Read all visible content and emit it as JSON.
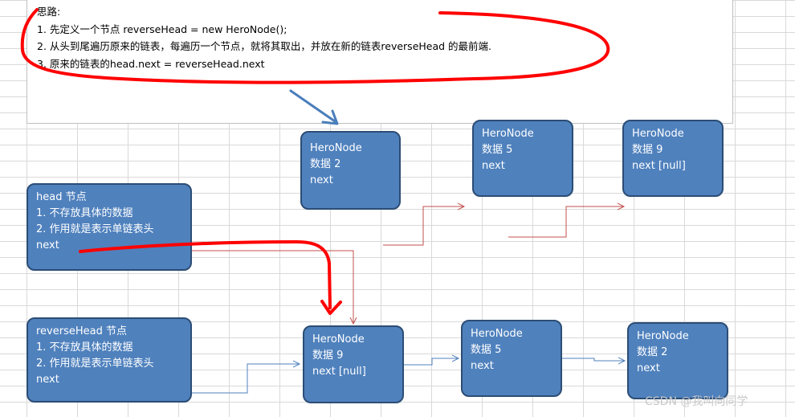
{
  "note": {
    "title": "思路:",
    "lines": [
      "1. 先定义一个节点 reverseHead = new HeroNode();",
      "2. 从头到尾遍历原来的链表，每遍历一个节点，就将其取出，并放在新的链表reverseHead 的最前端.",
      "3. 原来的链表的head.next = reverseHead.next"
    ]
  },
  "head": {
    "lines": [
      "head 节点",
      "1. 不存放具体的数据",
      "2. 作用就是表示单链表头",
      "next"
    ]
  },
  "reverse_head": {
    "lines": [
      "reverseHead 节点",
      "1. 不存放具体的数据",
      "2. 作用就是表示单链表头",
      "next"
    ]
  },
  "top_nodes": [
    {
      "lines": [
        "HeroNode",
        "数据 2",
        "next"
      ]
    },
    {
      "lines": [
        "HeroNode",
        "数据 5",
        "next"
      ]
    },
    {
      "lines": [
        "HeroNode",
        "数据 9",
        "next [null]"
      ]
    }
  ],
  "bottom_nodes": [
    {
      "lines": [
        "HeroNode",
        "数据 9",
        "next [null]"
      ]
    },
    {
      "lines": [
        "HeroNode",
        "数据 5",
        "next"
      ]
    },
    {
      "lines": [
        "HeroNode",
        "数据 2",
        "next"
      ]
    }
  ],
  "watermark": "CSDN @我叫向同学",
  "colors": {
    "node_fill": "#4f81bd",
    "node_border": "#2c4d75",
    "annotation_red": "#ff0000",
    "thin_red_line": "#c0504d",
    "blue_line": "#4f81bd"
  }
}
